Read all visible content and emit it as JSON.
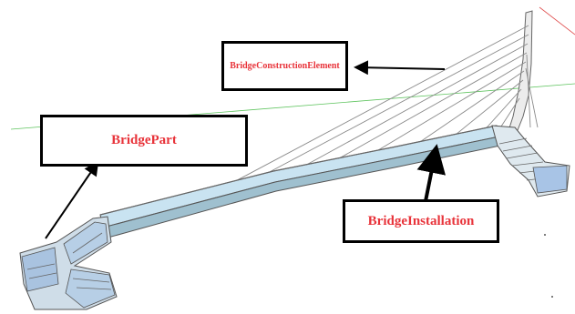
{
  "labels": {
    "construction_element": "BridgeConstructionElement",
    "part": "BridgePart",
    "installation": "BridgeInstallation"
  },
  "colors": {
    "label_text": "#e8333a",
    "deck_glass": "#c9e3f1",
    "deck_side": "#9fc0cf",
    "cable": "#8a8a8a",
    "green_axis": "#5fc45f",
    "red_axis": "#e05050",
    "outline": "#555555"
  }
}
